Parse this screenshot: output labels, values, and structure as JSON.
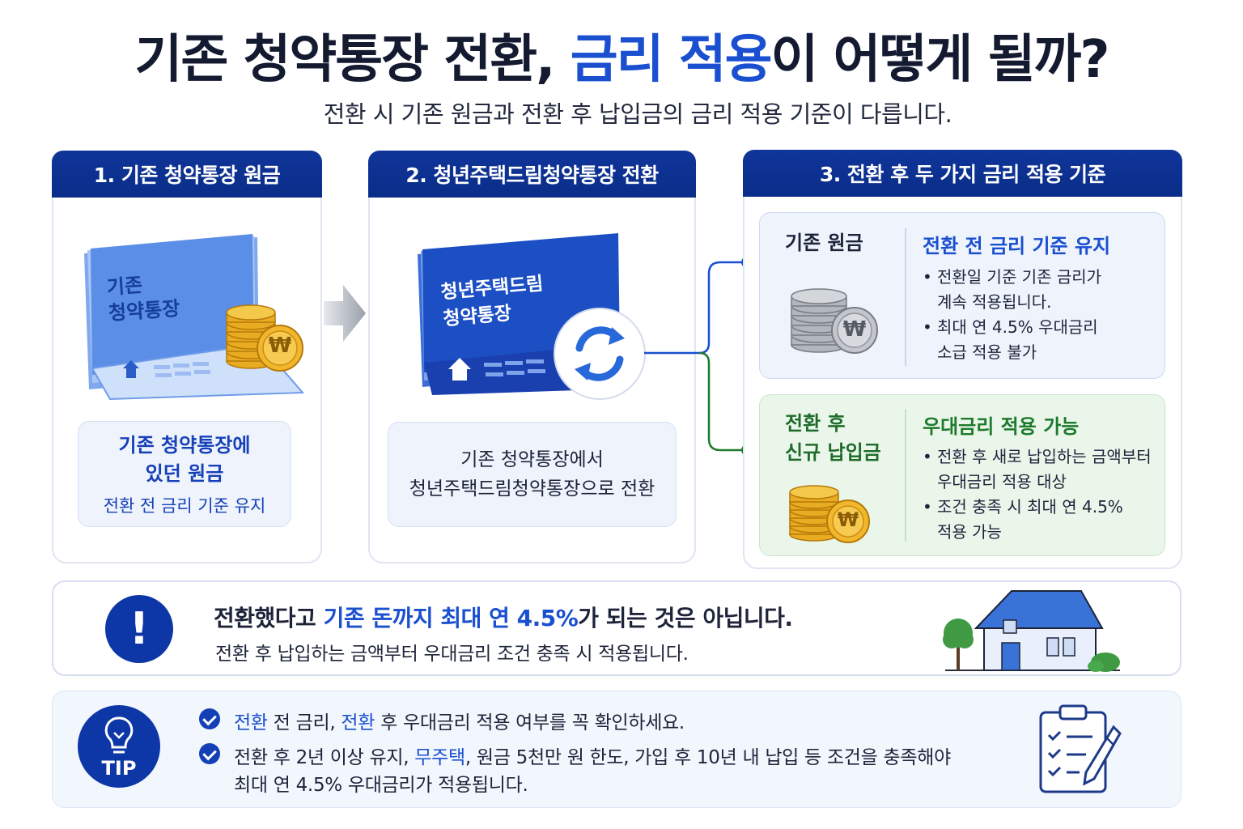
{
  "header": {
    "title_part1": "기존 청약통장 전환, ",
    "title_highlight": "금리 적용",
    "title_part2": "이 어떻게 될까?",
    "subtitle": "전환 시 기존 원금과 전환 후 납입금의 금리 적용 기준이 다릅니다."
  },
  "step1": {
    "tab": "1. 기존 청약통장 원금",
    "book_label_line1": "기존",
    "book_label_line2": "청약통장",
    "coin_symbol": "₩",
    "caption_line1": "기존 청약통장에",
    "caption_line2": "있던 원금",
    "caption_sub": "전환 전 금리 기준 유지"
  },
  "step2": {
    "tab": "2. 청년주택드림청약통장 전환",
    "book_label_line1": "청년주택드림",
    "book_label_line2": "청약통장",
    "caption_line1": "기존 청약통장에서",
    "caption_line2": "청년주택드림청약통장으로 전환"
  },
  "step3": {
    "tab": "3. 전환 후 두 가지 금리 적용 기준",
    "card_existing": {
      "label": "기존 원금",
      "coin_symbol": "₩",
      "title": "전환 전 금리 기준 유지",
      "bullet1_line1": "전환일 기준 기존 금리가",
      "bullet1_line2": "계속 적용됩니다.",
      "bullet2_line1": "최대 연 4.5% 우대금리",
      "bullet2_line2": "소급 적용 불가"
    },
    "card_new": {
      "label_line1": "전환 후",
      "label_line2": "신규 납입금",
      "coin_symbol": "₩",
      "title": "우대금리 적용 가능",
      "bullet1_line1": "전환 후 새로 납입하는 금액부터",
      "bullet1_line2": "우대금리 적용 대상",
      "bullet2_line1": "조건 충족 시 최대 연 4.5%",
      "bullet2_line2": "적용 가능"
    }
  },
  "warning": {
    "icon_text": "!",
    "line1_part1": "전환했다고 ",
    "line1_highlight": "기존 돈까지 최대 연 4.5%",
    "line1_part2": "가 되는 것은 아닙니다.",
    "line2": "전환 후 납입하는 금액부터 우대금리 조건 충족 시 적용됩니다."
  },
  "tip": {
    "badge": "TIP",
    "line1_a": "전환",
    "line1_b": " 전 금리, ",
    "line1_c": "전환",
    "line1_d": " 후 우대금리 적용 여부를 꼭 확인하세요.",
    "line2_a": "전환 후 2년 이상 유지, ",
    "line2_b": "무주택",
    "line2_c": ", 원금 5천만 원 한도, 가입 후 10년 내 납입 등 조건을 충족해야",
    "line3": "최대 연 4.5% 우대금리가 적용됩니다."
  },
  "colors": {
    "navy": "#0a2d88",
    "accent_blue": "#1a4fd0",
    "green": "#1e7a2c",
    "gold": "#e5a823"
  },
  "icons": [
    "passbook-icon",
    "gold-coins-icon",
    "house-icon",
    "arrow-right-icon",
    "refresh-cycle-icon",
    "silver-coins-icon",
    "exclamation-icon",
    "house-with-tree-icon",
    "lightbulb-icon",
    "checklist-clipboard-icon",
    "check-icon"
  ]
}
